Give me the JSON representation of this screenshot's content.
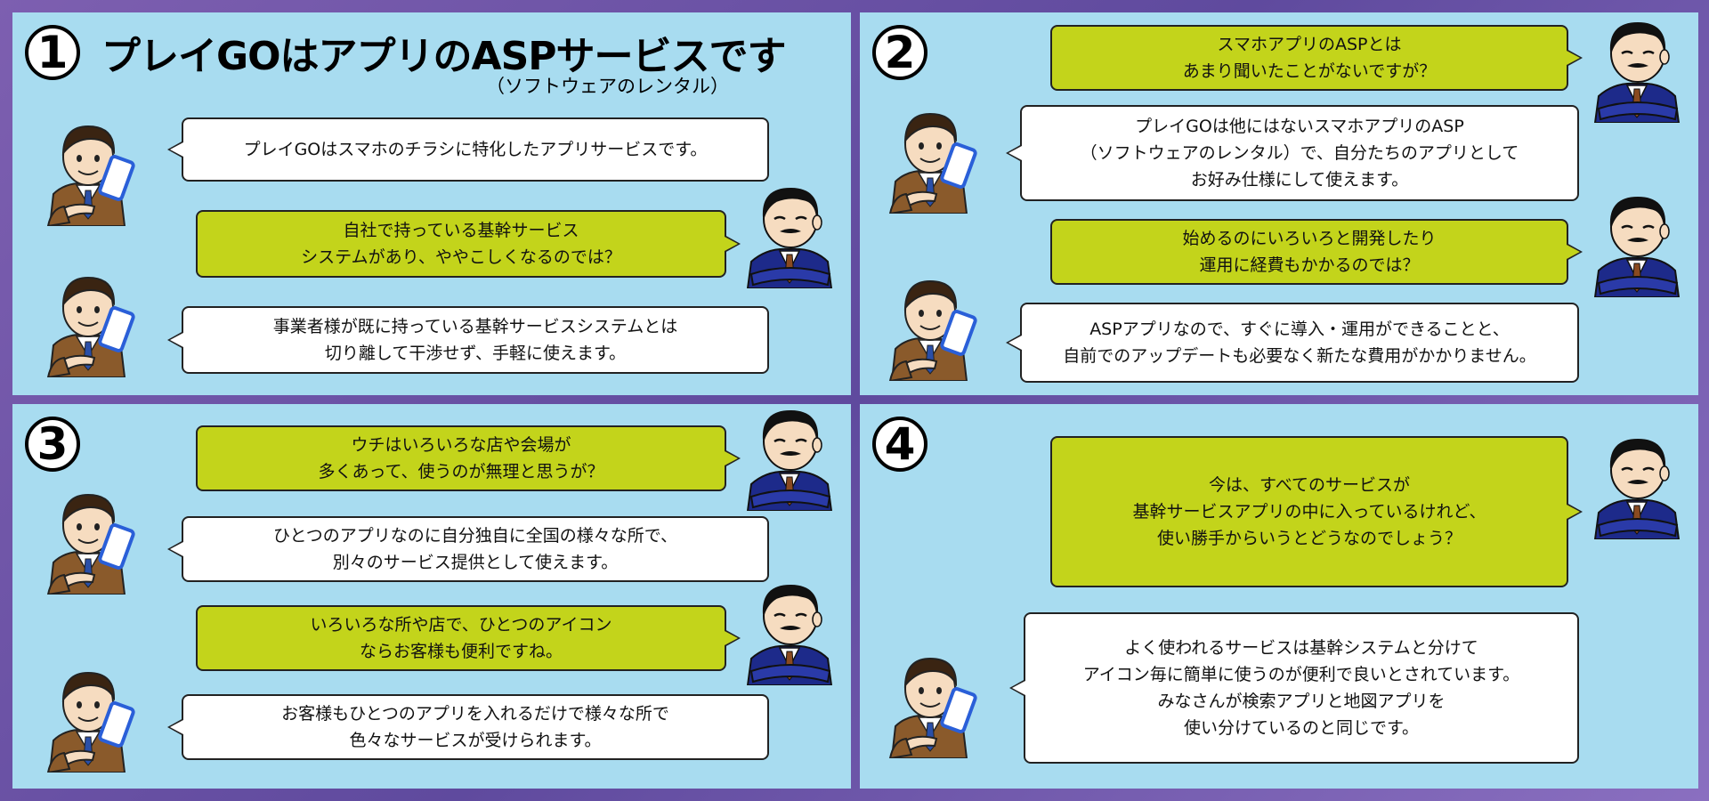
{
  "panels": [
    {
      "number": "1",
      "title": "プレイGOはアプリのASPサービスです",
      "subtitle": "（ソフトウェアのレンタル）",
      "bubbles": [
        {
          "text": "プレイGOはスマホのチラシに特化したアプリサービスです。",
          "role": "answer"
        },
        {
          "text": "自社で持っている基幹サービス\nシステムがあり、ややこしくなるのでは？",
          "role": "question"
        },
        {
          "text": "事業者様が既に持っている基幹サービスシステムとは\n切り離して干渉せず、手軽に使えます。",
          "role": "answer"
        }
      ]
    },
    {
      "number": "2",
      "bubbles": [
        {
          "text": "スマホアプリのASPとは\nあまり聞いたことがないですが？",
          "role": "question"
        },
        {
          "text": "プレイGOは他にはないスマホアプリのASP\n（ソフトウェアのレンタル）で、自分たちのアプリとして\nお好み仕様にして使えます。",
          "role": "answer"
        },
        {
          "text": "始めるのにいろいろと開発したり\n運用に経費もかかるのでは？",
          "role": "question"
        },
        {
          "text": "ASPアプリなので、すぐに導入・運用ができることと、\n自前でのアップデートも必要なく新たな費用がかかりません。",
          "role": "answer"
        }
      ]
    },
    {
      "number": "3",
      "bubbles": [
        {
          "text": "ウチはいろいろな店や会場が\n多くあって、使うのが無理と思うが？",
          "role": "question"
        },
        {
          "text": "ひとつのアプリなのに自分独自に全国の様々な所で、\n別々のサービス提供として使えます。",
          "role": "answer"
        },
        {
          "text": "いろいろな所や店で、ひとつのアイコン\nならお客様も便利ですね。",
          "role": "question"
        },
        {
          "text": "お客様もひとつのアプリを入れるだけで様々な所で\n色々なサービスが受けられます。",
          "role": "answer"
        }
      ]
    },
    {
      "number": "4",
      "bubbles": [
        {
          "text": "今は、すべてのサービスが\n基幹サービスアプリの中に入っているけれど、\n使い勝手からいうとどうなのでしょう？",
          "role": "question"
        },
        {
          "text": "よく使われるサービスは基幹システムと分けて\nアイコン毎に簡単に使うのが便利で良いとされています。\nみなさんが検索アプリと地図アプリを\n使い分けているのと同じです。",
          "role": "answer"
        }
      ]
    }
  ],
  "colors": {
    "background": "#6a54a8",
    "panel": "#a8dcf0",
    "question_bubble": "#c3d41b",
    "answer_bubble": "#ffffff"
  }
}
